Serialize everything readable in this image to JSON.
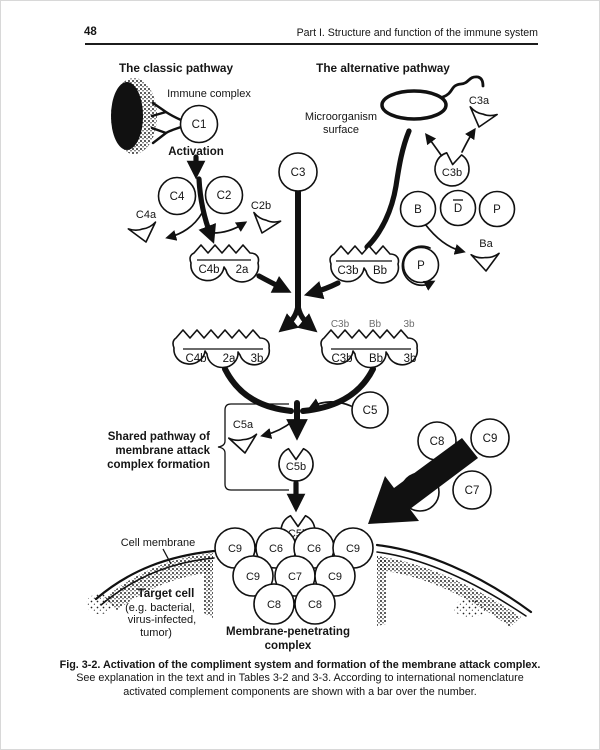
{
  "page": {
    "number": "48",
    "running_header": "Part I. Structure and function of the immune system"
  },
  "headings": {
    "classic": "The classic pathway",
    "alternative": "The alternative pathway"
  },
  "classic_pathway": {
    "immune_complex_label": "Immune complex",
    "activation_label": "Activation",
    "c1": "C1",
    "c4": "C4",
    "c2": "C2",
    "c4a": "C4a",
    "c2b": "C2b",
    "c4b2a": {
      "c4b": "C4b",
      "a2": "2a"
    }
  },
  "alternative_pathway": {
    "surface_label_1": "Microorganism",
    "surface_label_2": "surface",
    "c3a": "C3a",
    "c3b": "C3b",
    "b": "B",
    "d": "D",
    "p": "P",
    "ba": "Ba",
    "p2": "P",
    "c3bBb": {
      "c3b": "C3b",
      "bb": "Bb"
    }
  },
  "central": {
    "c3": "C3",
    "left_complex": {
      "c4b": "C4b",
      "a2": "2a",
      "b3": "3b"
    },
    "right_complex": {
      "c3b": "C3b",
      "bb": "Bb",
      "b3": "3b"
    },
    "right_complex_ghost": {
      "c3b": "C3b",
      "bb": "Bb",
      "b3": "3b"
    }
  },
  "shared_pathway": {
    "label_1": "Shared pathway of",
    "label_2": "membrane attack",
    "label_3": "complex formation",
    "c5": "C5",
    "c5a": "C5a",
    "c5b": "C5b",
    "components": {
      "c6": "C6",
      "c7": "C7",
      "c8": "C8",
      "c9": "C9"
    }
  },
  "membrane": {
    "cell_membrane_label": "Cell membrane",
    "target_cell_1": "Target cell",
    "target_cell_2": "(e.g. bacterial,",
    "target_cell_3": "virus-infected,",
    "target_cell_4": "tumor)"
  },
  "mac": {
    "c5b": "C5b",
    "row_top": [
      "C9",
      "C6",
      "C6",
      "C9"
    ],
    "row_mid": [
      "C9",
      "C7",
      "C9"
    ],
    "row_bottom": [
      "C8",
      "C8"
    ],
    "label_1": "Membrane-penetrating",
    "label_2": "complex"
  },
  "caption": {
    "title": "Fig. 3-2. Activation of the compliment system and formation of the membrane attack complex.",
    "line_2": "See explanation in the text and in Tables 3-2 and 3-3. According to international nomenclature",
    "line_3": "activated complement components are shown with a bar over the number."
  }
}
